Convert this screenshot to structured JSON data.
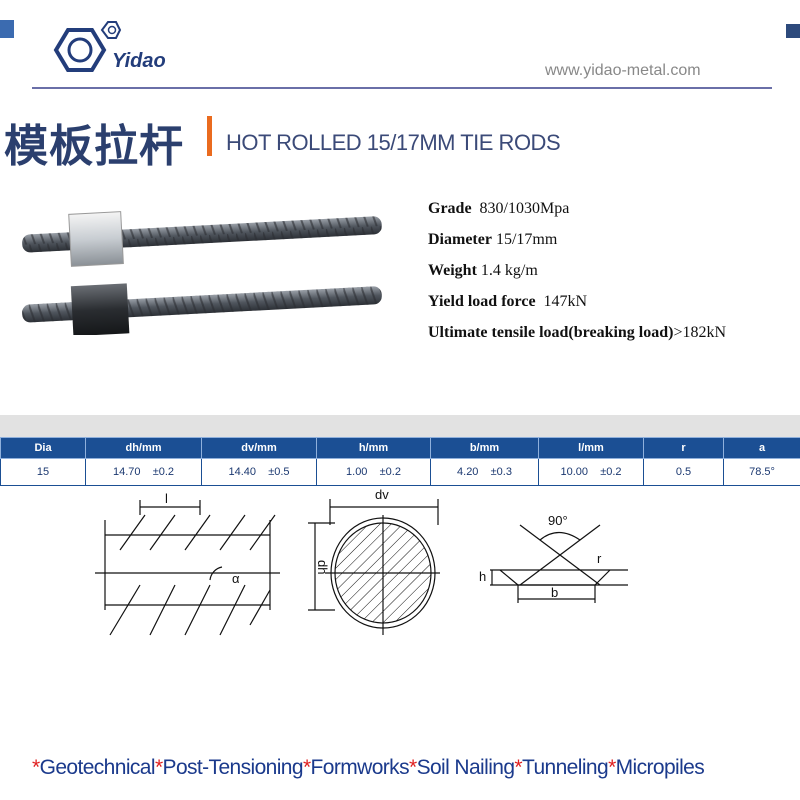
{
  "header": {
    "brand": "Yidao",
    "url": "www.yidao-metal.com"
  },
  "title": {
    "chinese": "模板拉杆",
    "english": "HOT ROLLED 15/17MM  TIE RODS"
  },
  "specs": [
    {
      "label": "Grade",
      "value": "830/1030Mpa"
    },
    {
      "label": "Diameter",
      "value": "15/17mm"
    },
    {
      "label": "Weight",
      "value": "1.4  kg/m"
    },
    {
      "label": "Yield load force",
      "value": "147kN"
    },
    {
      "label": "Ultimate tensile load(breaking load)",
      "value": ">182kN"
    }
  ],
  "table": {
    "headers": [
      "Dia",
      "dh/mm",
      "dv/mm",
      "h/mm",
      "b/mm",
      "l/mm",
      "r",
      "a"
    ],
    "rows": [
      [
        "15",
        "14.70    ±0.2",
        "14.40    ±0.5",
        "1.00    ±0.2",
        "4.20    ±0.3",
        "10.00    ±0.2",
        "0.5",
        "78.5°"
      ]
    ]
  },
  "diagrams": {
    "l": "l",
    "alpha": "α",
    "dv": "dv",
    "dh": "dh",
    "angle": "90°",
    "h": "h",
    "b": "b",
    "r": "r"
  },
  "applications": [
    "Geotechnical",
    "Post-Tensioning",
    "Formworks",
    "Soil Nailing",
    "Tunneling",
    "Micropiles"
  ],
  "colors": {
    "navy": "#2b3f6e",
    "orange": "#ea6b1f",
    "table_header": "#1b4f94",
    "star": "#e02020"
  }
}
